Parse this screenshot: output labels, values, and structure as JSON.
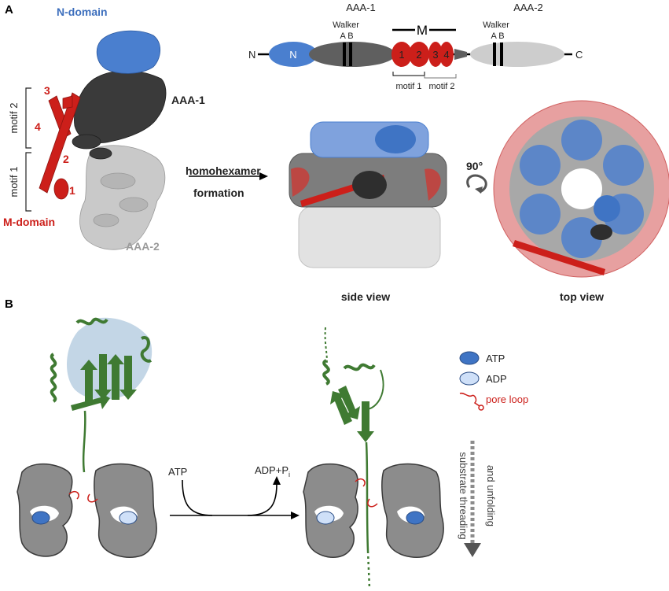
{
  "panel_a": {
    "letter": "A",
    "structure_labels": {
      "n_domain": "N-domain",
      "aaa1": "AAA-1",
      "aaa2": "AAA-2",
      "m_domain": "M-domain",
      "motif2": "motif 2",
      "motif1": "motif 1",
      "helix_numbers": [
        "1",
        "2",
        "3",
        "4"
      ]
    },
    "arrow_label_line1": "homohexamer",
    "arrow_label_line2": "formation",
    "rotation_label": "90°",
    "side_view": "side view",
    "top_view": "top view",
    "domain_map": {
      "aaa1_title": "AAA-1",
      "aaa2_title": "AAA-2",
      "walker1": "Walker",
      "walker2": "Walker",
      "walker_ab_1": "A  B",
      "walker_ab_2": "A  B",
      "m_label": "M",
      "n_terminus": "N",
      "n_domain": "N",
      "c_terminus": "C",
      "m_helices": [
        "1",
        "2",
        "3",
        "4"
      ],
      "motif1": "motif 1",
      "motif2": "motif 2"
    }
  },
  "panel_b": {
    "letter": "B",
    "legend": {
      "atp": "ATP",
      "adp": "ADP",
      "pore_loop": "pore loop"
    },
    "reaction_atp": "ATP",
    "reaction_product": "ADP+P",
    "reaction_product_sub": "i",
    "threading_line1": "substrate threading",
    "threading_line2": "and unfolding"
  },
  "colors": {
    "n_domain_blue": "#4a7fcf",
    "aaa1_dark": "#3a3a3a",
    "aaa2_light": "#c8c8c8",
    "m_domain_red": "#cc1f1a",
    "substrate_green": "#3f7a32",
    "atp_fill": "#3f74c4",
    "adp_fill": "#cfe0f8",
    "subunit_gray": "#8c8c8c"
  }
}
